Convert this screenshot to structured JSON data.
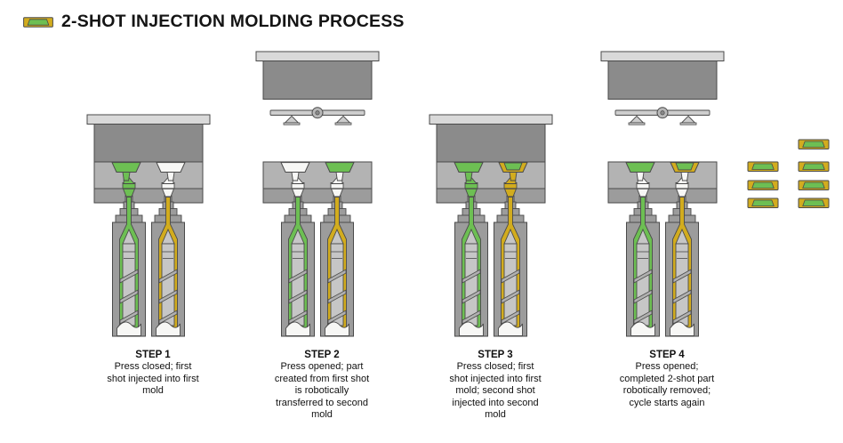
{
  "title": {
    "text": "2-SHOT INJECTION MOLDING PROCESS",
    "icon": "two-shot-finished-part"
  },
  "colors": {
    "first_shot_green": "#6dbf53",
    "second_shot_yellow": "#d2ac1e",
    "empty_white": "#f7f7f5",
    "cap_gray": "#d9d9d9",
    "platen_gray": "#8b8b8b",
    "cavity_plate_gray": "#b3b3b3",
    "base_plate_gray": "#9c9c9c",
    "barrel_gray": "#9c9c9c",
    "screw_gray": "#c6c6c6",
    "flight_gray": "#b0b0b0",
    "arm_gray": "#cecece",
    "outline": "#4a4a4a",
    "background": "#ffffff"
  },
  "steps": [
    {
      "label": "STEP 1",
      "description": "Press closed; first shot injected into first mold",
      "machine": {
        "press": "closed",
        "left_cavity": "molten",
        "right_cavity": "empty",
        "left_sprue": "green",
        "right_sprue": "white",
        "finished_parts": 0
      }
    },
    {
      "label": "STEP 2",
      "description": "Press opened; part created from first shot is robotically transferred to second mold",
      "machine": {
        "press": "open",
        "left_cavity": "empty",
        "right_cavity": "part",
        "left_sprue": "white",
        "right_sprue": "white",
        "finished_parts": 0
      }
    },
    {
      "label": "STEP 3",
      "description": "Press closed; first shot injected into first mold; second shot injected into second mold",
      "machine": {
        "press": "closed",
        "left_cavity": "molten",
        "right_cavity": "overmold",
        "left_sprue": "green",
        "right_sprue": "yellow",
        "finished_parts": 0
      }
    },
    {
      "label": "STEP 4",
      "description": "Press opened; completed 2-shot part robotically removed; cycle starts again",
      "machine": {
        "press": "open",
        "left_cavity": "part",
        "right_cavity": "complete",
        "left_sprue": "white",
        "right_sprue": "white",
        "finished_parts": 7
      }
    }
  ],
  "parts_stack": {
    "count": 7,
    "columns": 2
  }
}
